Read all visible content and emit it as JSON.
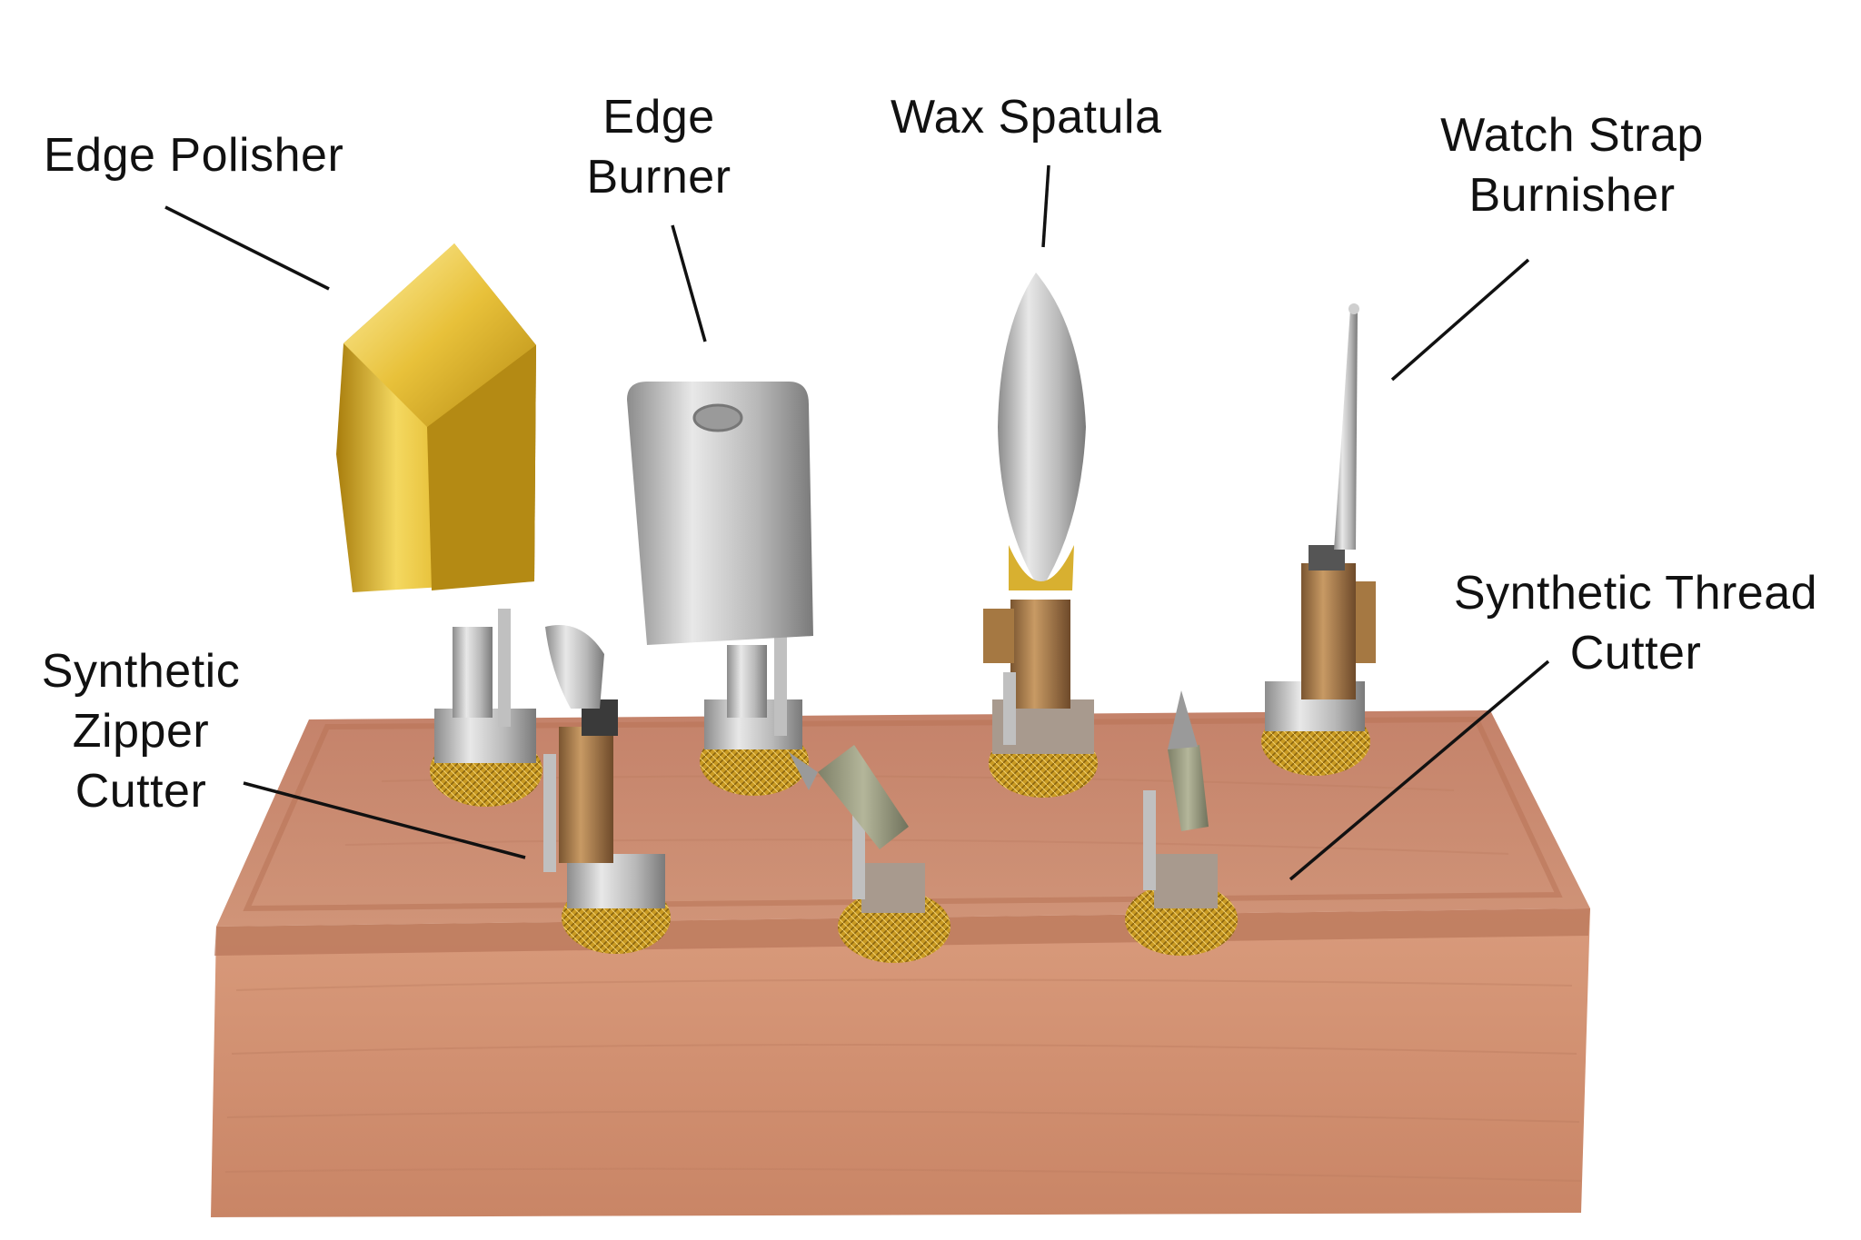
{
  "image": {
    "background_color": "#ffffff",
    "wood_color": "#c98a6a",
    "brass_color": "#d8b030",
    "steel_color": "#c4c4c4"
  },
  "labels": {
    "edge_polisher": {
      "line1": "Edge Polisher"
    },
    "edge_burner": {
      "line1": "Edge",
      "line2": "Burner"
    },
    "wax_spatula": {
      "line1": "Wax Spatula"
    },
    "watch_strap_burnisher": {
      "line1": "Watch Strap",
      "line2": "Burnisher"
    },
    "synthetic_zipper_cutter": {
      "line1": "Synthetic",
      "line2": "Zipper",
      "line3": "Cutter"
    },
    "synthetic_thread_cutter": {
      "line1": "Synthetic Thread",
      "line2": "Cutter"
    }
  }
}
